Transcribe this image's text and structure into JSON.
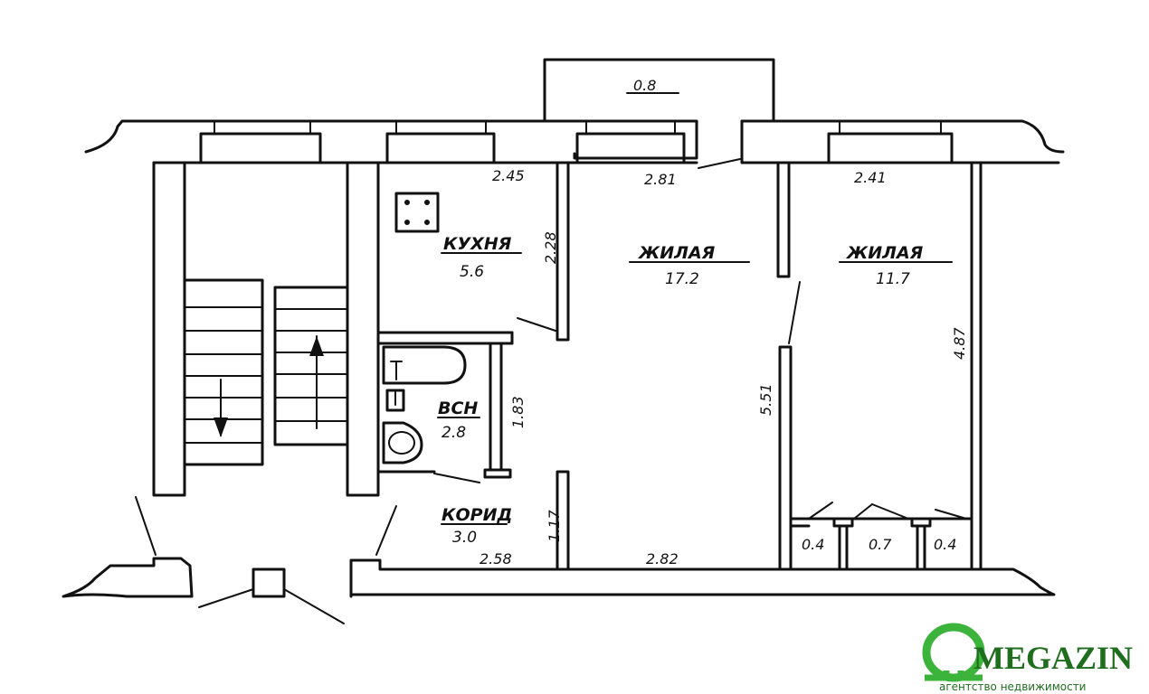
{
  "plan": {
    "balcony_area": "0.8",
    "rooms": {
      "kitchen": {
        "name": "КУХНЯ",
        "area": "5.6"
      },
      "living1": {
        "name": "ЖИЛАЯ",
        "area": "17.2"
      },
      "living2": {
        "name": "ЖИЛАЯ",
        "area": "11.7"
      },
      "bathroom": {
        "name": "ВСН",
        "area": "2.8"
      },
      "corridor": {
        "name": "КОРИД",
        "area": "3.0"
      },
      "closet1": {
        "area": "0.4"
      },
      "closet2": {
        "area": "0.7"
      },
      "closet3": {
        "area": "0.4"
      }
    },
    "dimensions": {
      "kitchen_width": "2.45",
      "living1_width": "2.81",
      "living2_width": "2.41",
      "kitchen_depth": "2.28",
      "bathroom_depth": "1.83",
      "living1_depth": "5.51",
      "living2_depth": "4.87",
      "corridor_depth": "1.17",
      "corridor_width": "2.58",
      "bottom_width": "2.82"
    }
  },
  "logo": {
    "brand": "MEGAZIN",
    "tagline": "агентство недвижимости",
    "colors": {
      "green": "#3cb33a",
      "dark": "#1f6e1d"
    }
  }
}
